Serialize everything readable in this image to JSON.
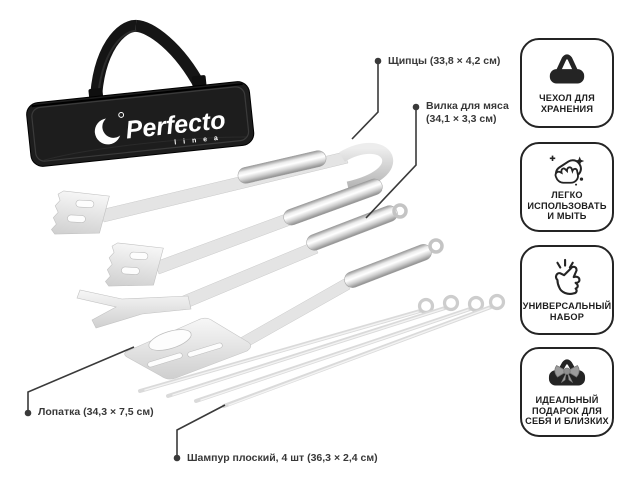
{
  "product": {
    "brand": "Perfecto",
    "brand_sub": "l i n e a"
  },
  "callouts": {
    "tongs": {
      "label": "Щипцы (33,8 × 4,2 см)"
    },
    "fork": {
      "line1": "Вилка для мяса",
      "line2": "(34,1 × 3,3 см)"
    },
    "spatula": {
      "label": "Лопатка (34,3 × 7,5 см)"
    },
    "skewers": {
      "label": "Шампур плоский, 4 шт (36,3 × 2,4 см)"
    }
  },
  "badges": [
    {
      "icon": "storage-case-icon",
      "label": "ЧЕХОЛ ДЛЯ ХРАНЕНИЯ"
    },
    {
      "icon": "easy-clean-icon",
      "label": "ЛЕГКО ИСПОЛЬЗОВАТЬ И МЫТЬ"
    },
    {
      "icon": "snap-fingers-icon",
      "label": "УНИВЕРСАЛЬНЫЙ НАБОР"
    },
    {
      "icon": "gift-icon",
      "label": "ИДЕАЛЬНЫЙ ПОДАРОК ДЛЯ СЕБЯ И БЛИЗКИХ"
    }
  ],
  "colors": {
    "case": "#1d1d1d",
    "steel_light": "#f4f4f4",
    "steel_dark": "#c9c9c9",
    "callout_text": "#383838",
    "badge_border": "#242424",
    "badge_text": "#1d1d1d",
    "bow": "#9c9c9c"
  }
}
